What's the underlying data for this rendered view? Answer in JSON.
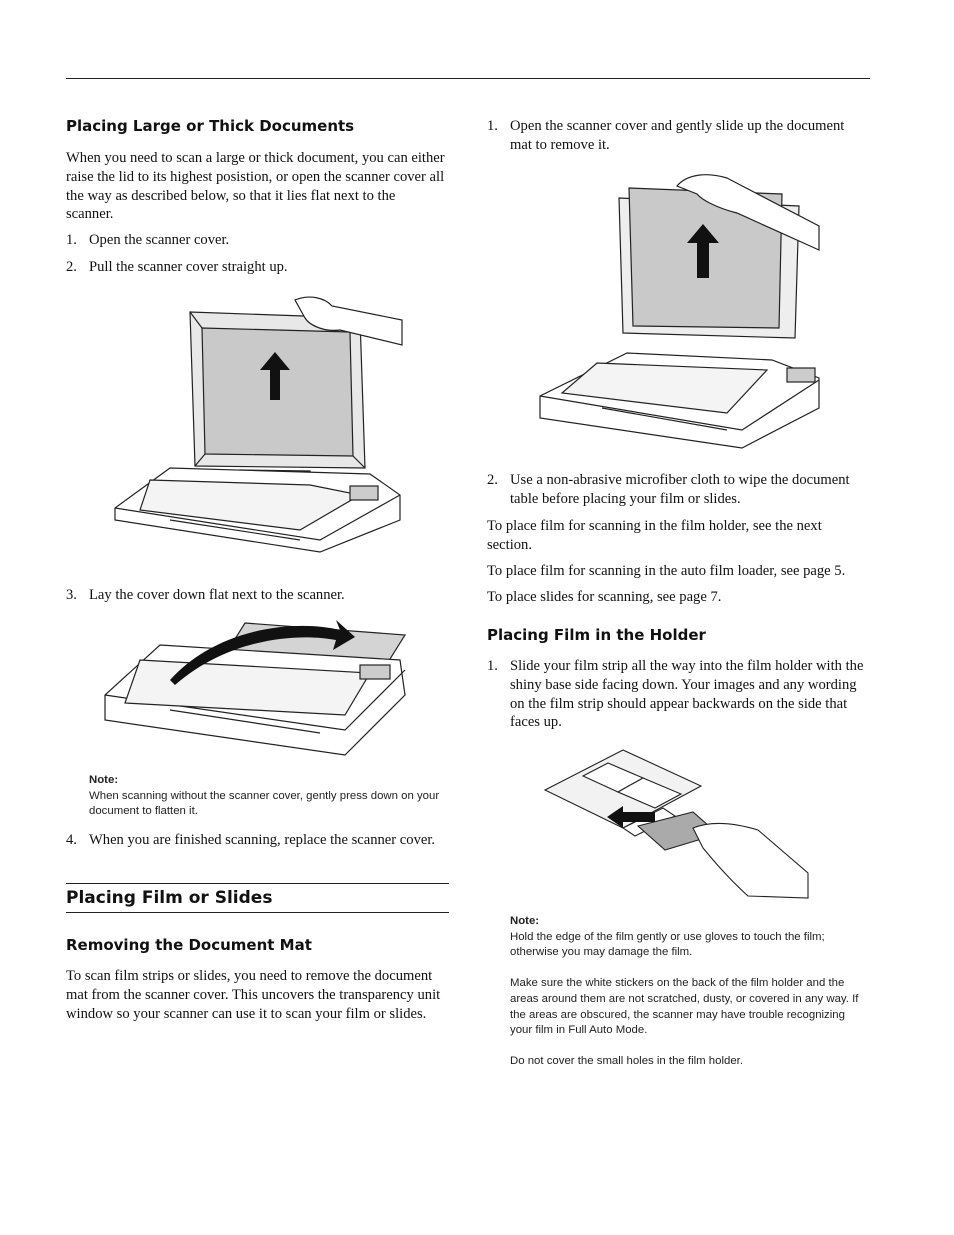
{
  "left": {
    "heading_large": "Placing Large or Thick Documents",
    "intro": "When you need to scan a large or thick document, you can either raise the lid to its highest posistion, or open the scanner cover all the way as described below, so that it lies flat next to the scanner.",
    "steps": [
      {
        "num": "1.",
        "text": "Open the scanner cover."
      },
      {
        "num": "2.",
        "text": "Pull the scanner cover straight up."
      },
      {
        "num": "3.",
        "text": "Lay the cover down flat next to the scanner."
      },
      {
        "num": "4.",
        "text": "When you are finished scanning, replace the scanner cover."
      }
    ],
    "note_label": "Note",
    "note_colon": ":",
    "note_text": "When scanning without the scanner cover, gently press down on your document to flatten it.",
    "section_title": "Placing Film or Slides",
    "heading_mat": "Removing the Document Mat",
    "mat_text": "To scan film strips or slides, you need to remove the document mat from the scanner cover. This uncovers the transparency unit window so your scanner can use it to scan your film or slides."
  },
  "right": {
    "steps": [
      {
        "num": "1.",
        "text": "Open the scanner cover and gently slide up the document mat to remove it."
      },
      {
        "num": "2.",
        "text": "Use a non-abrasive microfiber cloth to wipe the document table before placing your film or slides."
      }
    ],
    "para1": "To place film for scanning in the film holder, see the next section.",
    "para2": "To place film for scanning in the auto film loader, see page 5.",
    "para3": "To place slides for scanning, see page 7.",
    "heading_holder": "Placing Film in the Holder",
    "holder_step": {
      "num": "1.",
      "text": "Slide your film strip all the way into the film holder with the shiny base side facing down. Your images and any wording on the film strip should appear backwards on the side that faces up."
    },
    "note_label": "Note:",
    "note_lines": [
      "Hold the edge of the film gently or use gloves to touch the film; otherwise you may damage the film.",
      "Make sure the white stickers on the back of the film holder and the areas around them are not scratched, dusty, or covered in any way. If the areas are obscured, the scanner may have trouble recognizing your film in Full Auto Mode.",
      "Do not cover the small holes in the film holder."
    ]
  }
}
